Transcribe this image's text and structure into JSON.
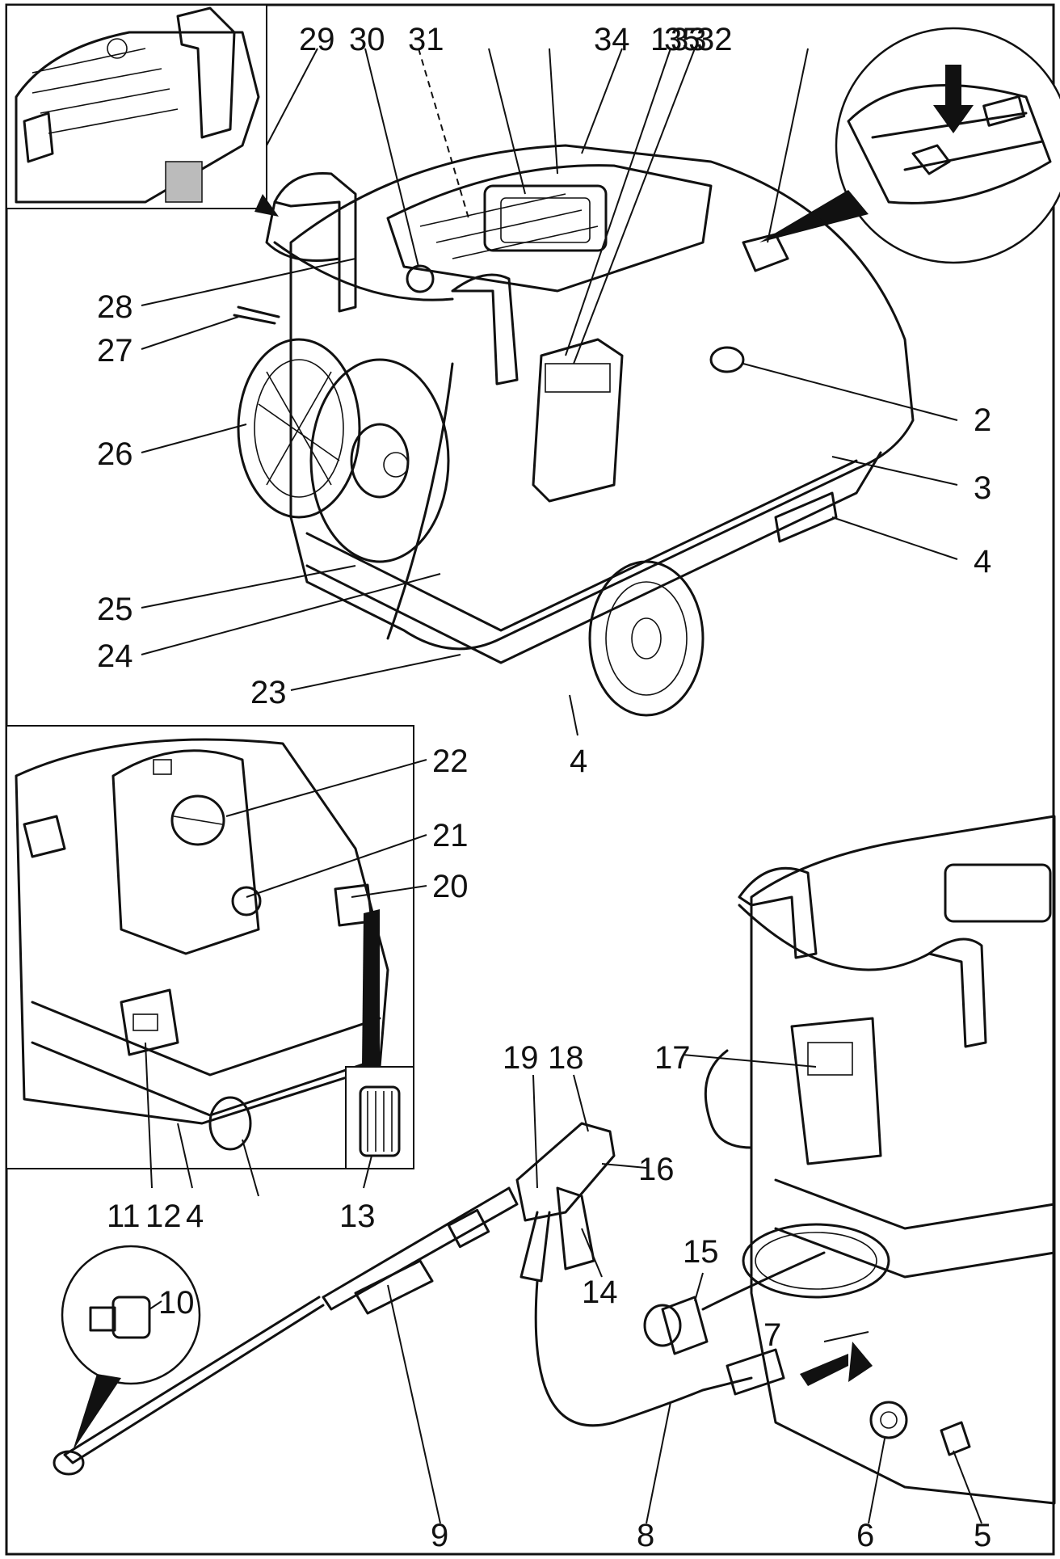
{
  "callouts": {
    "c29": "29",
    "c30": "30",
    "c31": "31",
    "c34": "34",
    "c1": "1",
    "c35": "35",
    "c33": "33",
    "c32": "32",
    "c28": "28",
    "c27": "27",
    "c26": "26",
    "c25": "25",
    "c24": "24",
    "c23": "23",
    "c2": "2",
    "c3": "3",
    "c4a": "4",
    "c4b": "4",
    "c22": "22",
    "c21": "21",
    "c20": "20",
    "c19": "19",
    "c18": "18",
    "c17": "17",
    "c16": "16",
    "c15": "15",
    "c14": "14",
    "c11": "11",
    "c12": "12",
    "c4c": "4",
    "c13": "13",
    "c10": "10",
    "c7": "7",
    "c9": "9",
    "c8": "8",
    "c6": "6",
    "c5": "5"
  }
}
